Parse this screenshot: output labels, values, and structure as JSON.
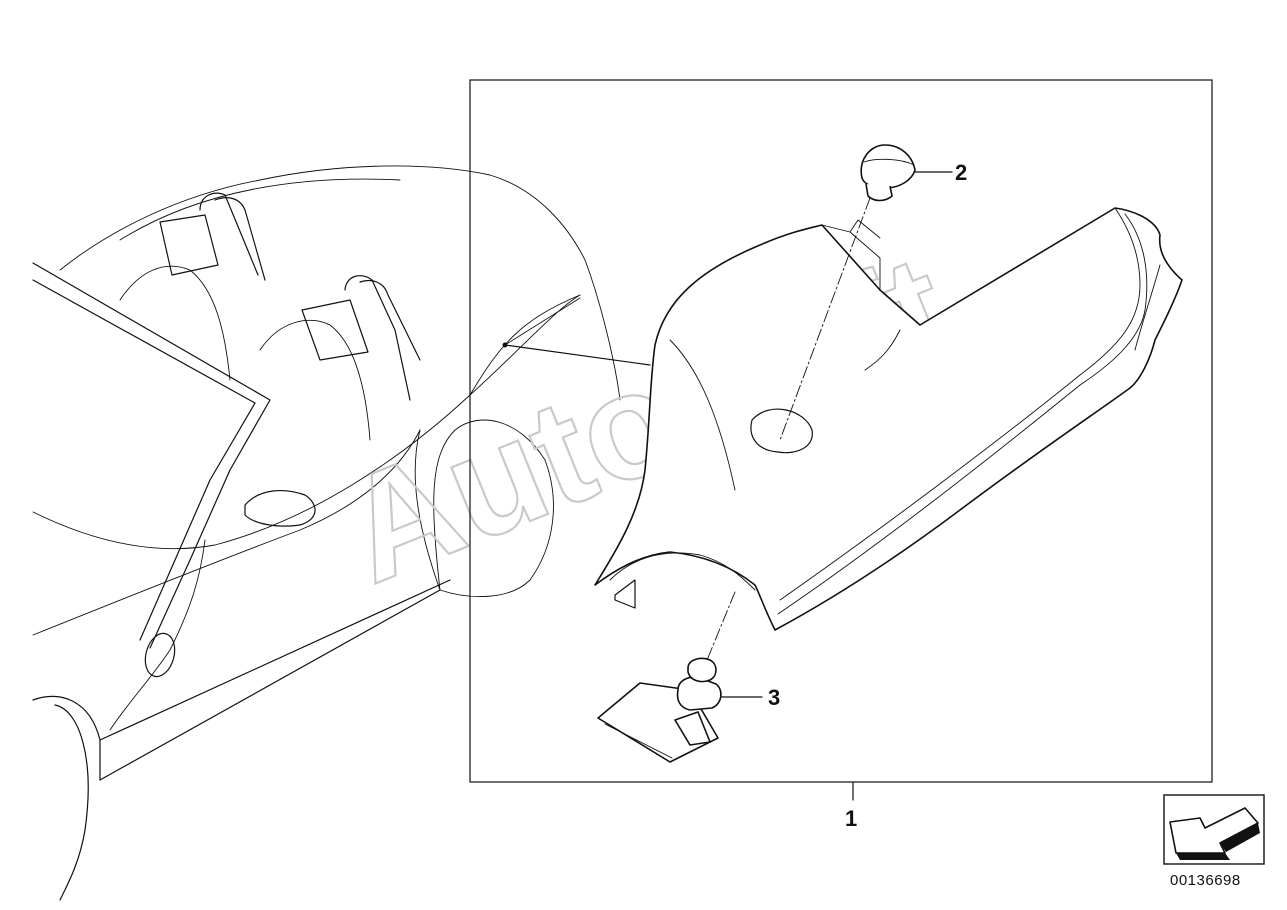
{
  "callouts": {
    "part_1": "1",
    "part_2": "2",
    "part_3": "3"
  },
  "document_number": "00136698",
  "watermark_text": "AutoSoft",
  "colors": {
    "line": "#111111",
    "background": "#ffffff",
    "watermark": "#c9c9c9"
  },
  "icons": {
    "nav_arrow": "arrow-down-left-icon"
  }
}
